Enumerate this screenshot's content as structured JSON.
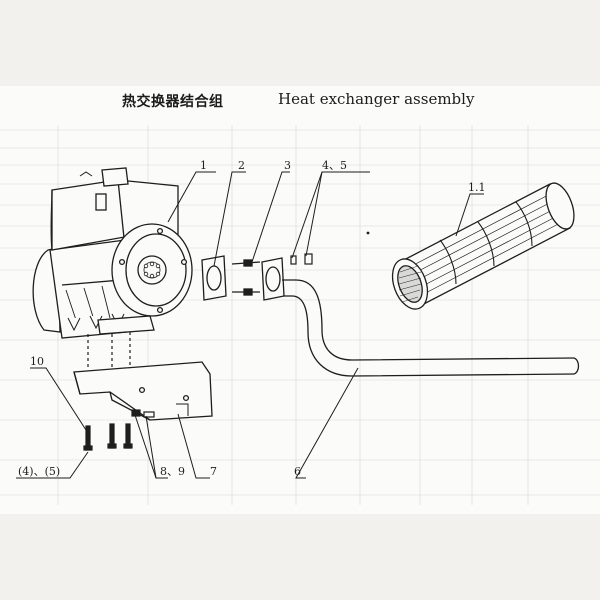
{
  "header": {
    "title_cn": "热交换器结合组",
    "title_en": "Heat exchanger assembly"
  },
  "callouts": {
    "c1": "1",
    "c2": "2",
    "c3": "3",
    "c45": "4、5",
    "c11": "1.1",
    "c10": "10",
    "c6": "6",
    "c7": "7",
    "c89": "8、9",
    "c4p5p": "(4)、(5)"
  },
  "colors": {
    "ink": "#1e1e1e",
    "paper": "#fbfbf9",
    "faint": "#c9ccd6"
  }
}
